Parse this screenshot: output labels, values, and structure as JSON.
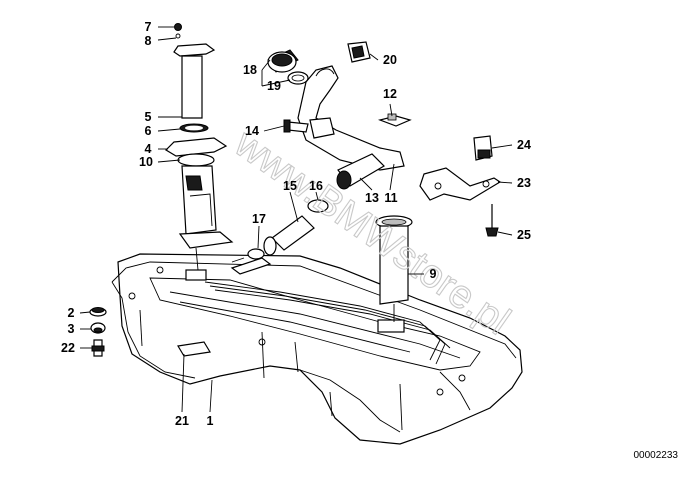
{
  "diagram": {
    "watermark": "www.BMWstore.pl",
    "catalog_code": "00002233",
    "callouts": [
      {
        "id": "7",
        "text": "7"
      },
      {
        "id": "8",
        "text": "8"
      },
      {
        "id": "5",
        "text": "5"
      },
      {
        "id": "6",
        "text": "6"
      },
      {
        "id": "4",
        "text": "4"
      },
      {
        "id": "10",
        "text": "10"
      },
      {
        "id": "18",
        "text": "18"
      },
      {
        "id": "19",
        "text": "19"
      },
      {
        "id": "20",
        "text": "20"
      },
      {
        "id": "12",
        "text": "12"
      },
      {
        "id": "14",
        "text": "14"
      },
      {
        "id": "15",
        "text": "15"
      },
      {
        "id": "16",
        "text": "16"
      },
      {
        "id": "13",
        "text": "13"
      },
      {
        "id": "11",
        "text": "11"
      },
      {
        "id": "17",
        "text": "17"
      },
      {
        "id": "24",
        "text": "24"
      },
      {
        "id": "23",
        "text": "23"
      },
      {
        "id": "25",
        "text": "25"
      },
      {
        "id": "9",
        "text": "9"
      },
      {
        "id": "2",
        "text": "2"
      },
      {
        "id": "3",
        "text": "3"
      },
      {
        "id": "22",
        "text": "22"
      },
      {
        "id": "21",
        "text": "21"
      },
      {
        "id": "1",
        "text": "1"
      }
    ]
  }
}
